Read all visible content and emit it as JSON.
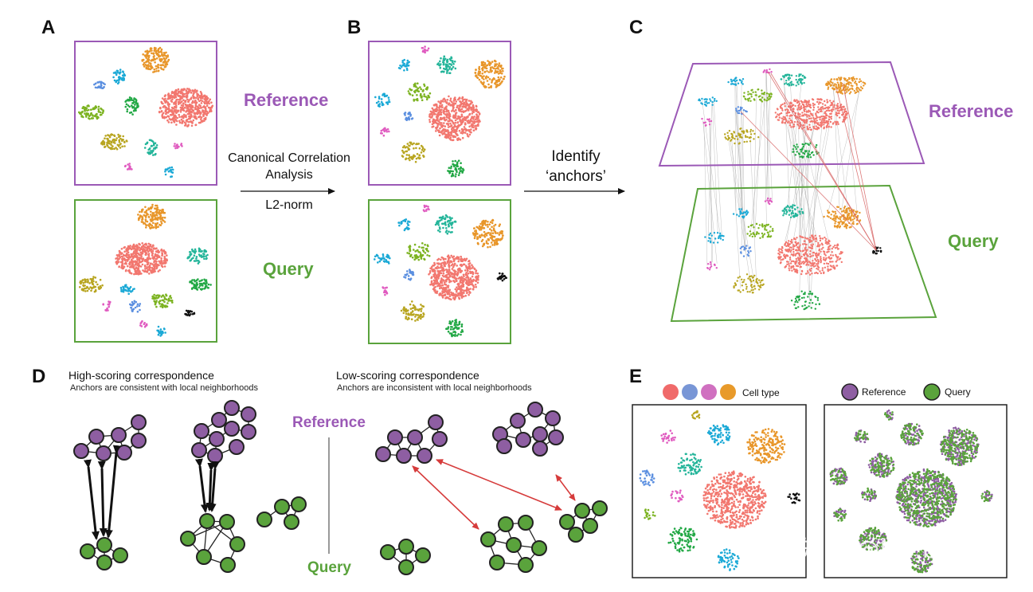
{
  "panels": {
    "a": "A",
    "b": "B",
    "c": "C",
    "d": "D",
    "e": "E"
  },
  "labels": {
    "reference": "Reference",
    "query": "Query"
  },
  "arrow_ab": {
    "line1": "Canonical Correlation",
    "line2": "Analysis",
    "line3": "L2-norm"
  },
  "arrow_bc": {
    "line1": "Identify",
    "line2": "‘anchors’"
  },
  "panel_d": {
    "high_title": "High-scoring correspondence",
    "high_sub": "Anchors are consistent with local neighborhoods",
    "low_title": "Low-scoring correspondence",
    "low_sub": "Anchors are inconsistent with local neighborhoods",
    "reference": "Reference",
    "query": "Query"
  },
  "panel_e": {
    "legend_left": "Cell type",
    "legend_ref": "Reference",
    "legend_qry": "Query",
    "legend_colors": [
      "#f06a6a",
      "#7896d6",
      "#d070c0",
      "#e89a2a"
    ]
  },
  "colors": {
    "reference": "#9b59b6",
    "query": "#5aa33c",
    "anchor_good": "#111111",
    "anchor_bad": "#d63b3b"
  },
  "watermark": "知乎 @Mo.bius"
}
